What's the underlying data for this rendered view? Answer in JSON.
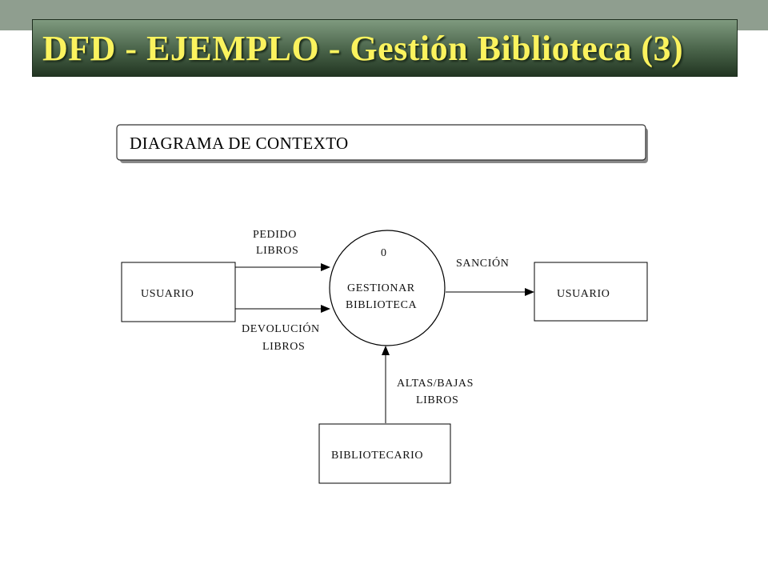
{
  "slide": {
    "title": "DFD - EJEMPLO - Gestión Biblioteca (3)",
    "accent_color": "#fbf35e",
    "banner_color": "#486248"
  },
  "diagram": {
    "header": "DIAGRAMA DE CONTEXTO",
    "process": {
      "number": "0",
      "line1": "GESTIONAR",
      "line2": "BIBLIOTECA"
    },
    "entities": {
      "left": "USUARIO",
      "right": "USUARIO",
      "bottom": "BIBLIOTECARIO"
    },
    "flows": {
      "pedido": {
        "line1": "PEDIDO",
        "line2": "LIBROS"
      },
      "devolucion": {
        "line1": "DEVOLUCIÓN",
        "line2": "LIBROS"
      },
      "sancion": {
        "line1": "SANCIÓN"
      },
      "altas": {
        "line1": "ALTAS/BAJAS",
        "line2": "LIBROS"
      }
    }
  }
}
